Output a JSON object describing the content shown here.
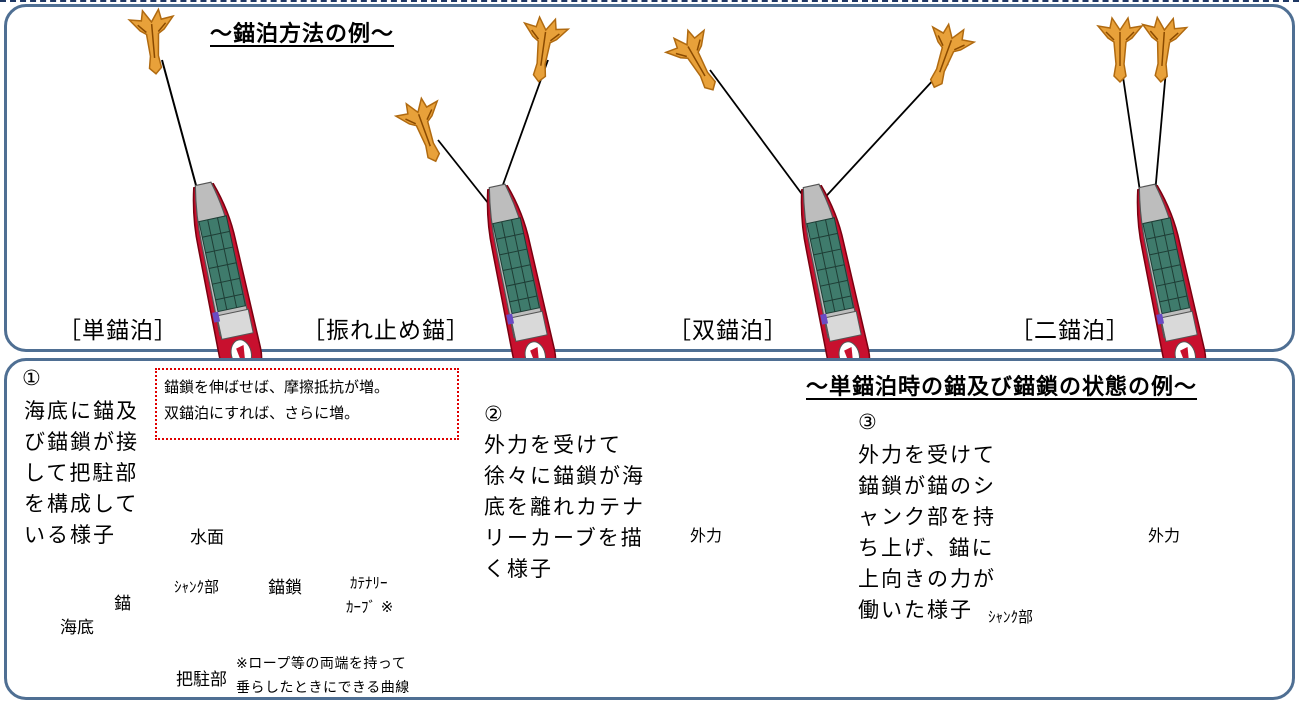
{
  "top": {
    "title": "～錨泊方法の例～",
    "methods": [
      {
        "label": "［単錨泊］"
      },
      {
        "label": "［振れ止め錨］"
      },
      {
        "label": "［双錨泊］"
      },
      {
        "label": "［二錨泊］"
      }
    ]
  },
  "bottom": {
    "title": "～単錨泊時の錨及び錨鎖の状態の例～",
    "stage1": {
      "number": "①",
      "description": "海底に錨及び錨鎖が接して把駐部を構成している様子",
      "callout_line1": "錨鎖を伸ばせば、摩擦抵抗が増。",
      "callout_line2": "双錨泊にすれば、さらに増。",
      "water_surface": "水面",
      "shank": "ｼｬﾝｸ部",
      "chain": "錨鎖",
      "catenary_line1": "ｶﾃﾅﾘｰ",
      "catenary_line2": "ｶｰﾌﾞ ※",
      "anchor": "錨",
      "seabed": "海底",
      "holding": "把駐部",
      "footnote_line1": "※ロープ等の両端を持って",
      "footnote_line2": "垂らしたときにできる曲線"
    },
    "stage2": {
      "number": "②",
      "description": "外力を受けて徐々に錨鎖が海底を離れカテナリーカーブを描く様子",
      "force": "外力"
    },
    "stage3": {
      "number": "③",
      "description": "外力を受けて錨鎖が錨のシャンク部を持ち上げ、錨に上向きの力が働いた様子",
      "force": "外力",
      "shank": "ｼｬﾝｸ部"
    }
  },
  "colors": {
    "panel_border": "#4f6f93",
    "anchor_orange": "#e8a13a",
    "hull_red": "#c8102e",
    "container_green": "#3f7b6c",
    "callout_red": "#e00000",
    "dashed_blue": "#2e75b6"
  }
}
